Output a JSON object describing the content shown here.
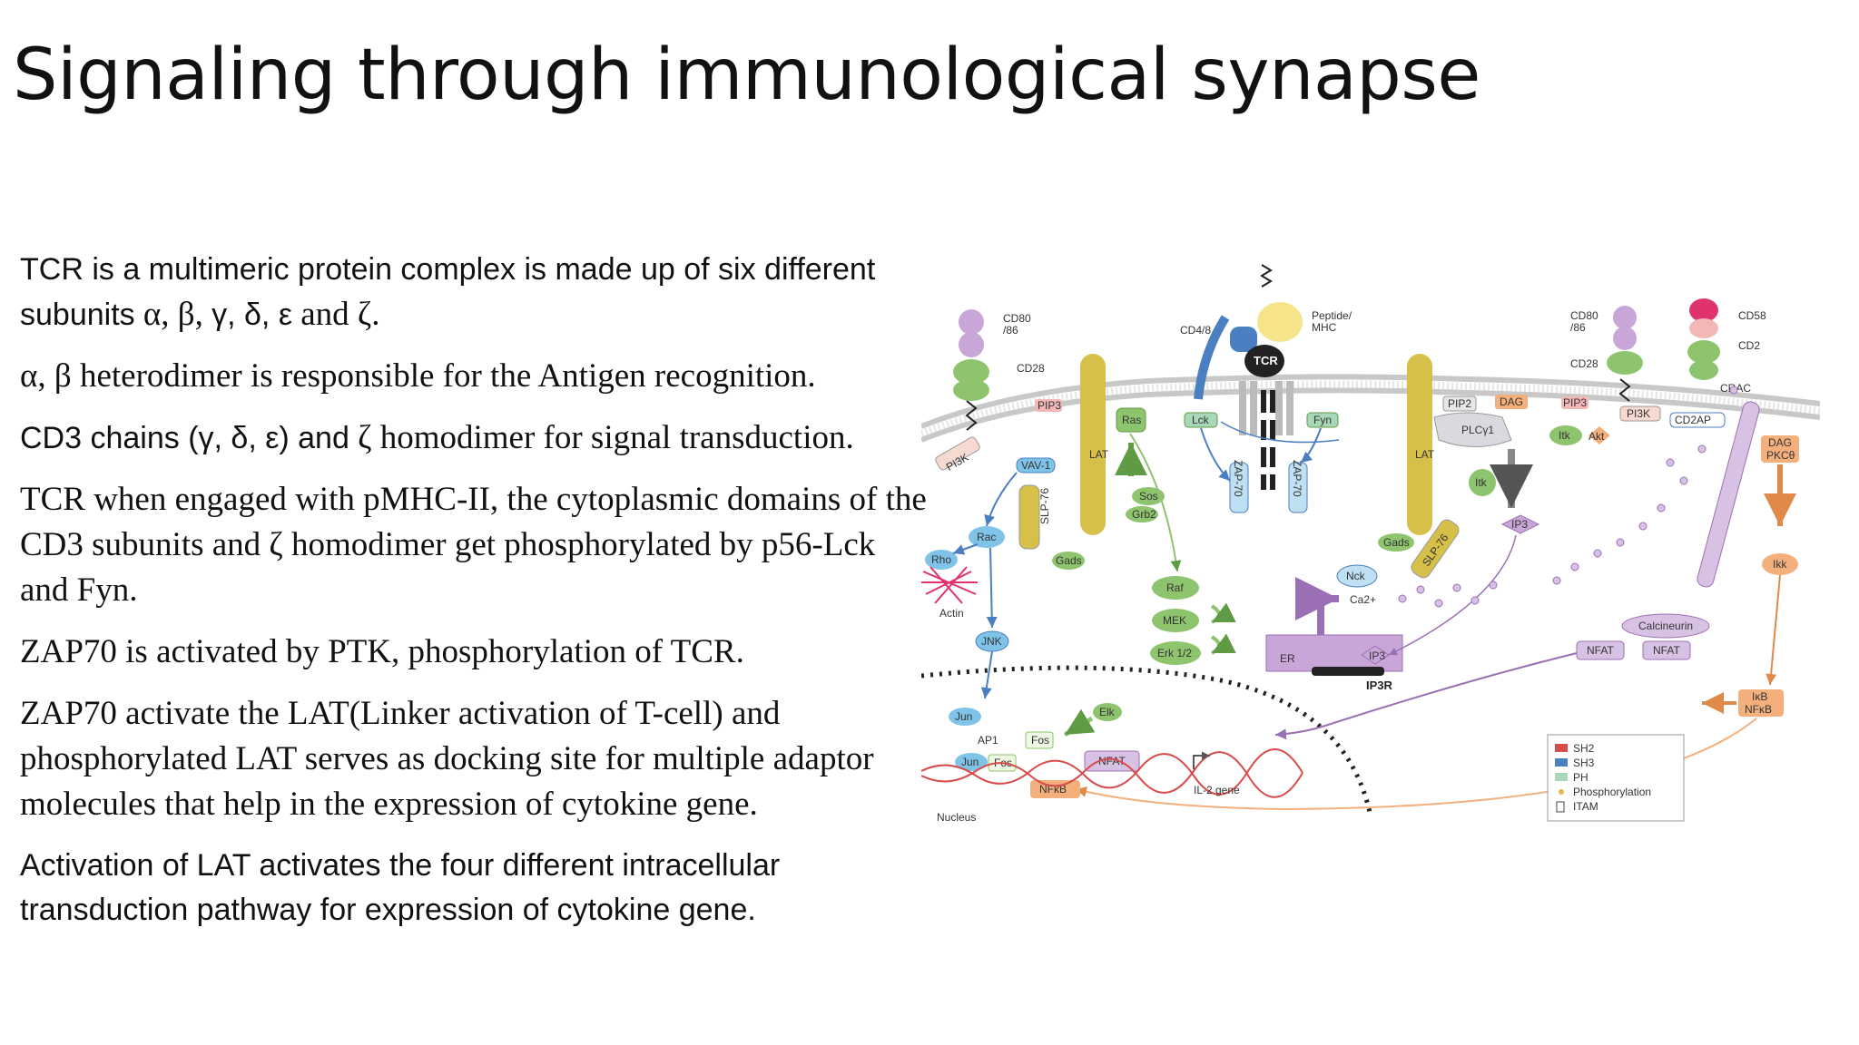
{
  "slide": {
    "title": "Signaling through immunological synapse",
    "bullets": {
      "b1": {
        "part1": "TCR is a multimeric protein complex is made up of six different subunits",
        "part2": " α, β, ",
        "part3": "γ, δ, ε",
        "part4": " and ζ."
      },
      "b2": "α, β heterodimer is responsible for the Antigen recognition.",
      "b3": {
        "part1": "CD3 chains (γ, δ, ε) and",
        "part2": " ζ homodimer for signal transduction."
      },
      "b4": "TCR when engaged with pMHC-II, the cytoplasmic domains of the CD3 subunits and ζ homodimer get phosphorylated by p56-Lck and Fyn.",
      "b5": "ZAP70 is activated by PTK, phosphorylation of TCR.",
      "b6": "ZAP70 activate the LAT(Linker activation of T-cell) and phosphorylated LAT serves as docking site for multiple adaptor molecules that help in the expression of cytokine gene.",
      "b7": "Activation of LAT activates the four different intracellular transduction pathway for expression of cytokine gene."
    }
  },
  "diagram": {
    "labels": {
      "cd80_left": "CD80",
      "cd86_left": "/86",
      "cd28_left": "CD28",
      "cd48": "CD4/8",
      "peptide_mhc_1": "Peptide/",
      "peptide_mhc_2": "MHC",
      "tcr": "TCR",
      "cd80_right": "CD80",
      "cd86_right": "/86",
      "cd28_right": "CD28",
      "cd58": "CD58",
      "cd2": "CD2",
      "crac": "CRAC",
      "pip3_left": "PIP3",
      "pi3k_left": "PI3K",
      "vav1": "VAV-1",
      "rac": "Rac",
      "rho": "Rho",
      "actin": "Actin",
      "jnk": "JNK",
      "lat_left": "LAT",
      "slp76_left": "SLP-76",
      "gads_left": "Gads",
      "ras": "Ras",
      "sos": "Sos",
      "grb2": "Grb2",
      "lck": "Lck",
      "fyn": "Fyn",
      "zap70_left": "ZAP-70",
      "zap70_right": "ZAP-70",
      "raf": "Raf",
      "mek": "MEK",
      "erk": "Erk 1/2",
      "lat_right": "LAT",
      "gads_right": "Gads",
      "slp76_right": "SLP-76",
      "nck": "Nck",
      "pip2": "PIP2",
      "dag_membrane": "DAG",
      "plcg1": "PLCγ1",
      "itk_membrane": "Itk",
      "itk_center": "Itk",
      "ip3_cyto": "IP3",
      "pip3_right": "PIP3",
      "pi3k_right": "PI3K",
      "akt": "Akt",
      "cd2ap": "CD2AP",
      "dag_right": "DAG",
      "pkc": "PKCθ",
      "ikk": "Ikk",
      "ca": "Ca2+",
      "er": "ER",
      "ip3_er": "IP3",
      "ip3r": "IP3R",
      "calcineurin": "Calcineurin",
      "nfat_1": "NFAT",
      "nfat_2": "NFAT",
      "ikb": "IκB",
      "nfkb_cyto": "NFκB",
      "elk": "Elk",
      "fos": "Fos",
      "jun_top": "Jun",
      "ap1": "AP1",
      "jun_bottom": "Jun",
      "fos_bottom": "Fos",
      "nfat_nucleus": "NFAT",
      "nfkb_nucleus": "NFκB",
      "il2_gene": "IL-2 gene",
      "nucleus": "Nucleus"
    },
    "legend": {
      "sh2": "SH2",
      "sh3": "SH3",
      "ph": "PH",
      "phosphorylation": "Phosphorylation",
      "itam": "ITAM"
    },
    "colors": {
      "green": "#8fc46e",
      "green_dark": "#5f9a45",
      "olive": "#d6c04a",
      "blue": "#7fc4e8",
      "purple": "#c9a6d8",
      "orange": "#f4b07c",
      "pink": "#f2b8b8",
      "red": "#d84b4b",
      "magenta": "#e0336e",
      "mint": "#a8d8b8"
    }
  }
}
